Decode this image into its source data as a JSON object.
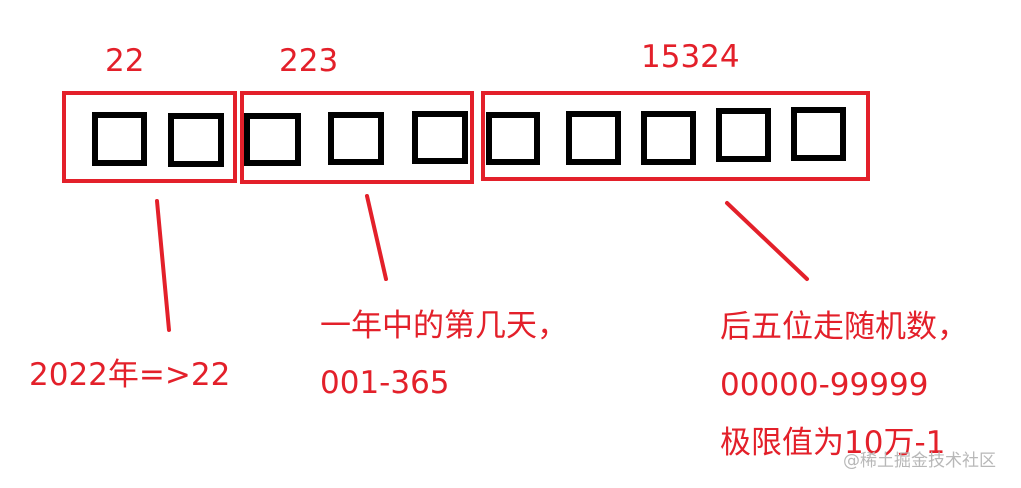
{
  "diagram": {
    "title": "",
    "segments": [
      {
        "label": "22",
        "description_lines": [
          "2022年=>22"
        ],
        "cell_count": 2
      },
      {
        "label": "223",
        "description_lines": [
          "一年中的第几天，",
          "001-365"
        ],
        "cell_count": 3
      },
      {
        "label": "15324",
        "description_lines": [
          "后五位走随机数，",
          "00000-99999",
          "极限值为10万-1"
        ],
        "cell_count": 5
      }
    ],
    "colors": {
      "annotation": "#e3202a",
      "cell_border": "#000000",
      "background": "#ffffff",
      "watermark": "#b8b8b8"
    }
  },
  "watermark": "@稀土掘金技术社区"
}
